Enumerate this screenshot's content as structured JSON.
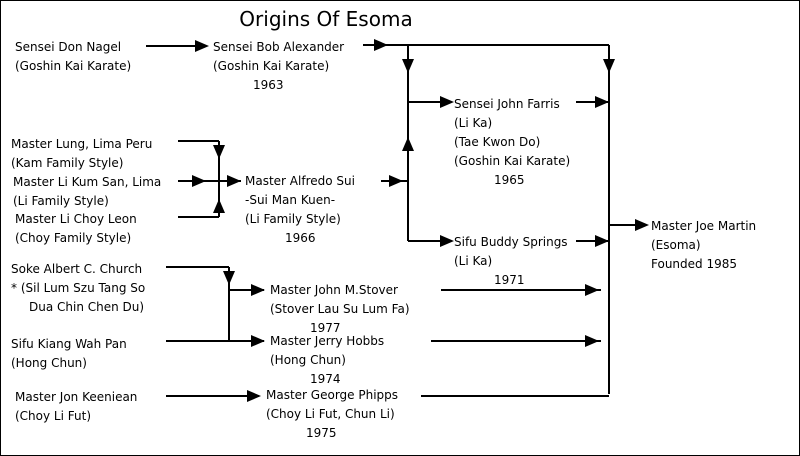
{
  "title": "Origins Of Esoma",
  "nodes": {
    "don_nagel": {
      "name": "Sensei Don Nagel",
      "style": "(Goshin Kai Karate)"
    },
    "bob_alexander": {
      "name": "Sensei Bob Alexander",
      "style": "(Goshin Kai Karate)",
      "year": "1963"
    },
    "john_farris": {
      "name": "Sensei John Farris",
      "style1": "(Li Ka)",
      "style2": "(Tae Kwon Do)",
      "style3": "(Goshin Kai Karate)",
      "year": "1965"
    },
    "lung": {
      "name": "Master Lung, Lima Peru",
      "style": "(Kam Family Style)"
    },
    "li_kum_san": {
      "name": "Master Li Kum San, Lima",
      "style": "(Li Family Style)"
    },
    "li_choy_leon": {
      "name": "Master Li Choy Leon",
      "style": "(Choy Family Style)"
    },
    "alfredo_sui": {
      "name": "Master Alfredo Sui",
      "alias": "-Sui Man Kuen-",
      "style": "(Li Family Style)",
      "year": "1966"
    },
    "joe_martin": {
      "name": "Master Joe Martin",
      "style": "(Esoma)",
      "founded": "Founded 1985"
    },
    "buddy_springs": {
      "name": "Sifu Buddy Springs",
      "style": "(Li Ka)",
      "year": "1971"
    },
    "albert_church": {
      "name": "Soke Albert C. Church",
      "style1": "* (Sil Lum Szu Tang So",
      "style2": "Dua Chin Chen Du)"
    },
    "john_stover": {
      "name": "Master John M.Stover",
      "style": "(Stover Lau Su Lum Fa)",
      "year": "1977"
    },
    "kiang_wah_pan": {
      "name": "Sifu Kiang Wah Pan",
      "style": "(Hong Chun)"
    },
    "jerry_hobbs": {
      "name": "Master Jerry Hobbs",
      "style": "(Hong Chun)",
      "year": "1974"
    },
    "jon_keeniean": {
      "name": "Master Jon Keeniean",
      "style": "(Choy Li Fut)"
    },
    "george_phipps": {
      "name": "Master George Phipps",
      "style": "(Choy Li Fut, Chun Li)",
      "year": "1975"
    }
  }
}
